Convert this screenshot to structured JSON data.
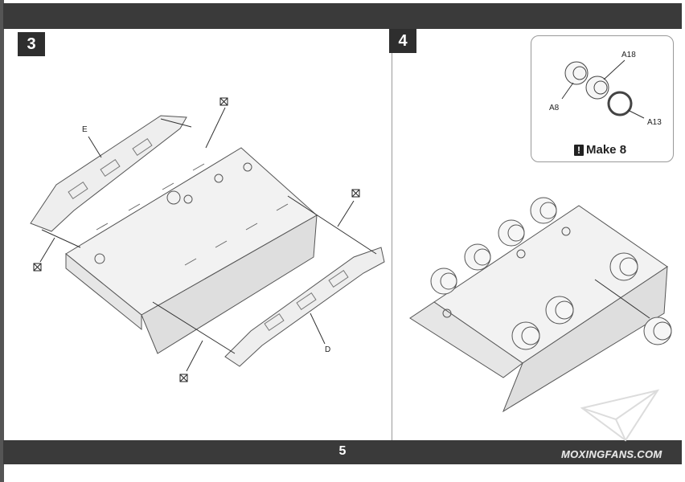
{
  "page": {
    "number": "5"
  },
  "steps": [
    {
      "number": "3",
      "parts": {
        "side_frame_upper": "E",
        "side_frame_lower": "D"
      }
    },
    {
      "number": "4",
      "inset": {
        "parts": {
          "wheel_outer": "A8",
          "wheel_inner": "A18",
          "tire": "A13"
        },
        "note": "Make 8"
      }
    }
  ],
  "watermark": "MOXINGFANS.COM",
  "icons": {
    "glue_marker": "no-glue-icon",
    "note_marker": "exclamation-icon",
    "logo": "paper-plane-logo"
  }
}
